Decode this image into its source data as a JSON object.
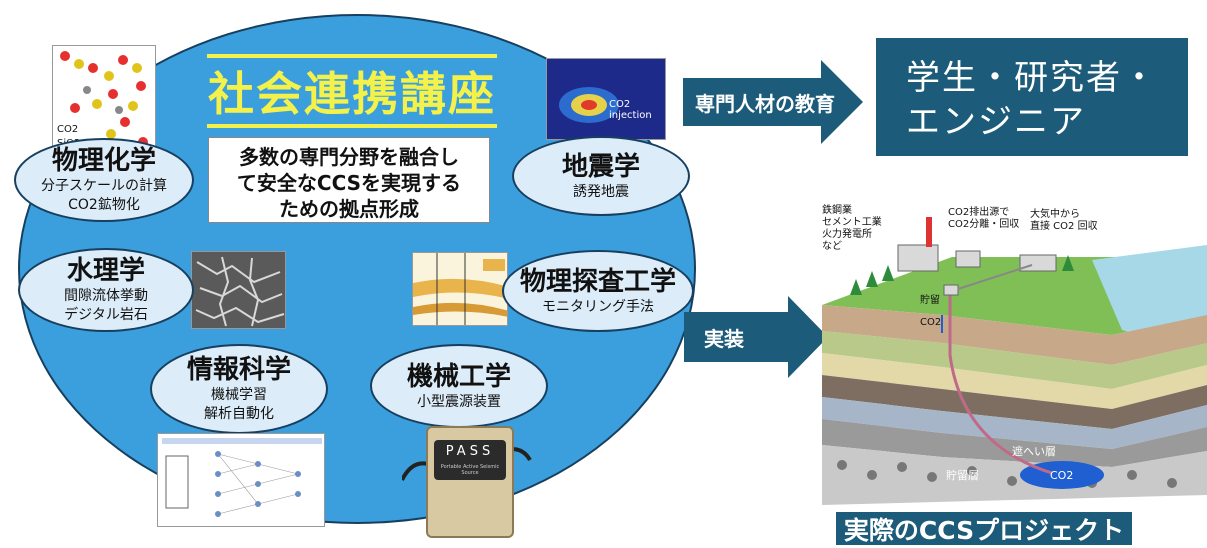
{
  "title": "社会連携講座",
  "mission_lines": [
    "多数の専門分野を融合し",
    "て安全なCCSを実現する",
    "ための拠点形成"
  ],
  "fields": {
    "physchem": {
      "name": "物理化学",
      "desc1": "分子スケールの計算",
      "desc2": "CO2鉱物化"
    },
    "seismology": {
      "name": "地震学",
      "desc1": "誘発地震"
    },
    "hydrology": {
      "name": "水理学",
      "desc1": "間隙流体挙動",
      "desc2": "デジタル岩石"
    },
    "geophysics": {
      "name": "物理探査工学",
      "desc1": "モニタリング手法"
    },
    "informatics": {
      "name": "情報科学",
      "desc1": "機械学習",
      "desc2": "解析自動化"
    },
    "mechanical": {
      "name": "機械工学",
      "desc1": "小型震源装置"
    }
  },
  "thumb_labels": {
    "co2": "CO2",
    "sio2": "SiO2",
    "co2_injection": "CO2 injection",
    "pass_label": "PASS",
    "pass_sub": "Portable Active Seismic Source"
  },
  "arrows": {
    "education": "専門人材の教育",
    "implementation": "実装"
  },
  "result_lines": [
    "学生・研究者・",
    "エンジニア"
  ],
  "ccs_caption": "実際のCCSプロジェクト",
  "ccs_labels": {
    "sources1": "鉄鋼業",
    "sources2": "セメント工業",
    "sources3": "火力発電所",
    "sources4": "など",
    "capture1": "CO2排出源で",
    "capture2": "CO2分離・回収",
    "dac1": "大気中から",
    "dac2": "直接 CO2 回収",
    "storage": "貯留",
    "co2_arrow": "CO2",
    "caprock": "遮へい層",
    "reservoir": "貯留層",
    "co2_plume": "CO2"
  },
  "colors": {
    "ellipse": "#3a9fdc",
    "field_fill": "#dcecf8",
    "title": "#f4f14a",
    "navy": "#1c5b7a"
  }
}
